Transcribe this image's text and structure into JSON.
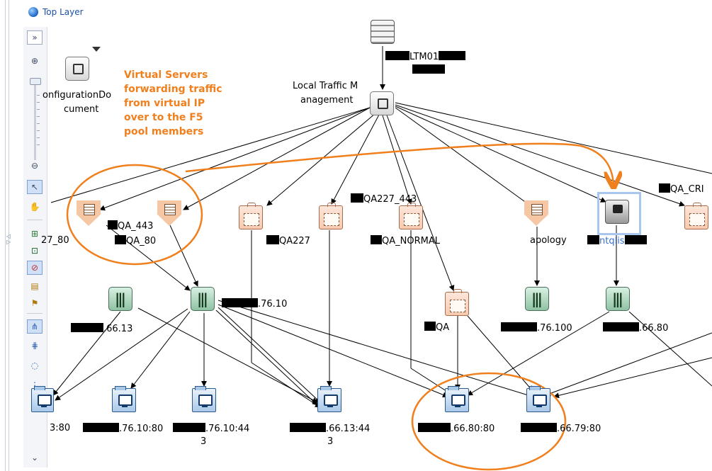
{
  "breadcrumb": {
    "icon": "globe-icon",
    "label": "Top Layer"
  },
  "toolbar": {
    "buttons": [
      {
        "name": "expand-panel-icon",
        "glyph": "»"
      },
      {
        "name": "zoom-in-icon",
        "glyph": "🔍"
      },
      {
        "name": "zoom-out-icon",
        "glyph": "🔍"
      },
      {
        "name": "select-pointer-icon",
        "glyph": "↖"
      },
      {
        "name": "pan-hand-icon",
        "glyph": "✋"
      },
      {
        "name": "hierarchy-layout-icon",
        "glyph": "⊞"
      },
      {
        "name": "fit-view-icon",
        "glyph": "⊡"
      },
      {
        "name": "no-filter-icon",
        "glyph": "⊘"
      },
      {
        "name": "properties-icon",
        "glyph": "▤"
      },
      {
        "name": "flag-icon",
        "glyph": "⚑"
      },
      {
        "name": "tree-layout-icon",
        "glyph": "⋔"
      },
      {
        "name": "orthogonal-layout-icon",
        "glyph": "⋕"
      },
      {
        "name": "circular-layout-icon",
        "glyph": "◌"
      },
      {
        "name": "grid-layout-icon",
        "glyph": "⋮"
      },
      {
        "name": "column-layout-icon",
        "glyph": "⁞"
      },
      {
        "name": "more-icon",
        "glyph": "⌄"
      }
    ]
  },
  "labels": {
    "ltm": "LTM01",
    "local_traffic_1": "Local Traffic M",
    "local_traffic_2": "anagement",
    "config_doc_1": "onfigurationDo",
    "config_doc_2": "cument",
    "vs1": "27_80",
    "vs2_a": "QA_443",
    "vs2_b": "QA_80",
    "pool_qa227": "QA227",
    "pool_qa227_443": "QA227_443",
    "pool_qa_normal": "QA_NORMAL",
    "pool_qa": "QA",
    "vs_apology": "apology",
    "win_host": "ntqlis",
    "pool_qa_cr": "QA_CRI",
    "ip_66_13": ".66.13",
    "ip_76_10": ".76.10",
    "ip_76_100": ".76.100",
    "ip_66_80": ".66.80",
    "host_3_80": "3:80",
    "host_76_10_80": ".76.10:80",
    "host_76_10_443_a": ".76.10:44",
    "host_76_10_443_b": "3",
    "host_66_13_443_a": ".66.13:44",
    "host_66_13_443_b": "3",
    "host_66_80_80": ".66.80:80",
    "host_66_79_80": ".66.79:80"
  },
  "annotation": {
    "lines": [
      "Virtual Servers",
      "forwarding traffic",
      "from virtual IP",
      "over to the F5",
      "pool members"
    ],
    "color": "#f07f1d"
  },
  "colors": {
    "breadcrumb_link": "#1a4fa8",
    "annotation": "#f07f1d",
    "selection": "#a9c6ee"
  }
}
